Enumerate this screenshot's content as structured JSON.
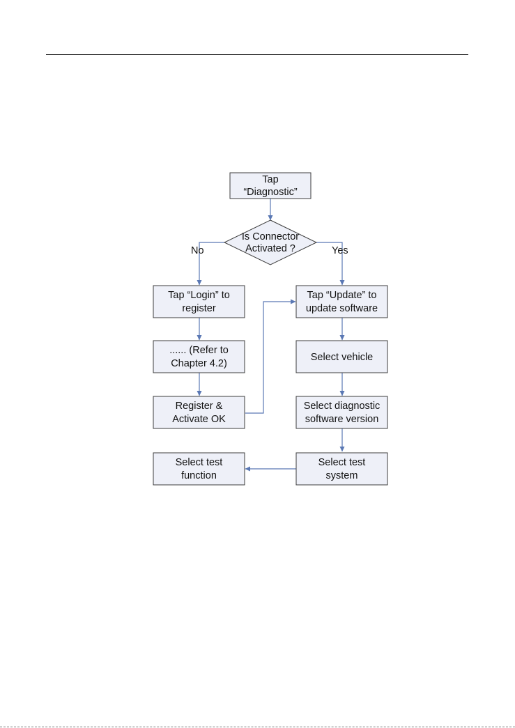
{
  "diagram": {
    "nodes": {
      "start": [
        "Tap",
        "“Diagnostic”"
      ],
      "decision": [
        "Is Connector",
        "Activated ?"
      ],
      "login": [
        "Tap “Login” to",
        "register"
      ],
      "refer": [
        "...... (Refer to",
        "Chapter 4.2)"
      ],
      "register": [
        "Register &",
        "Activate OK"
      ],
      "update": [
        "Tap “Update” to",
        "update software"
      ],
      "vehicle": [
        "Select vehicle"
      ],
      "version": [
        "Select diagnostic",
        "software version"
      ],
      "system": [
        "Select test",
        "system"
      ],
      "function": [
        "Select test",
        "function"
      ]
    },
    "branches": {
      "no": "No",
      "yes": "Yes"
    },
    "edges": [
      {
        "from": "start",
        "to": "decision"
      },
      {
        "from": "decision",
        "to": "login",
        "label": "No"
      },
      {
        "from": "decision",
        "to": "update",
        "label": "Yes"
      },
      {
        "from": "login",
        "to": "refer"
      },
      {
        "from": "refer",
        "to": "register"
      },
      {
        "from": "register",
        "to": "update"
      },
      {
        "from": "update",
        "to": "vehicle"
      },
      {
        "from": "vehicle",
        "to": "version"
      },
      {
        "from": "version",
        "to": "system"
      },
      {
        "from": "system",
        "to": "function"
      }
    ],
    "colors": {
      "node_fill": "#eef0f8",
      "node_border": "#3c3c3c",
      "connector": "#5a78b4"
    }
  }
}
